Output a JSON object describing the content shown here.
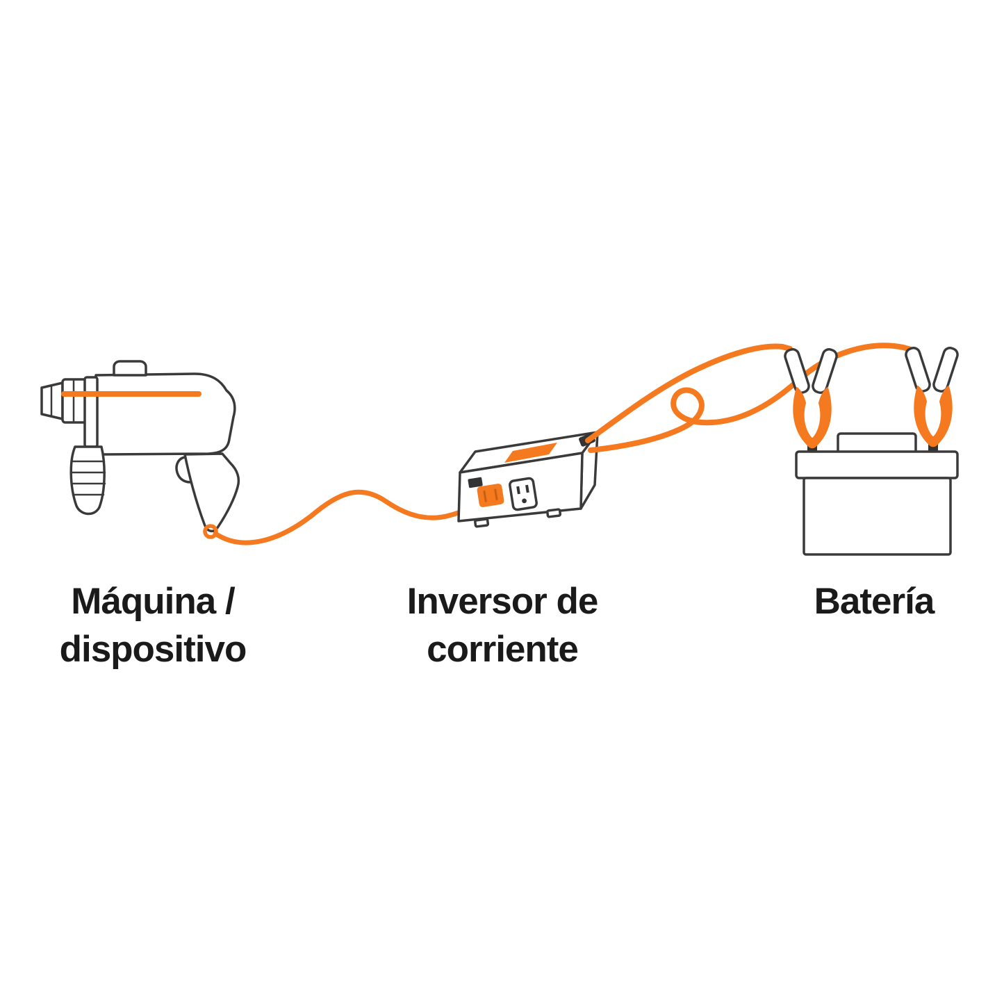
{
  "colors": {
    "accent": "#f4791f",
    "line": "#3a3a3a",
    "dark": "#333333",
    "text": "#1a1a1a",
    "background": "#ffffff"
  },
  "diagram": {
    "title": "",
    "items": [
      {
        "id": "machine",
        "icon": "drill-icon",
        "label": "Máquina /\ndispositivo"
      },
      {
        "id": "inverter",
        "icon": "power-inverter-icon",
        "label": "Inversor de\ncorriente"
      },
      {
        "id": "battery",
        "icon": "car-battery-icon",
        "label": "Batería"
      }
    ],
    "connections": [
      {
        "from": "machine",
        "to": "inverter",
        "via": "power-cable"
      },
      {
        "from": "inverter",
        "to": "battery",
        "via": "clamp-cables"
      }
    ]
  }
}
